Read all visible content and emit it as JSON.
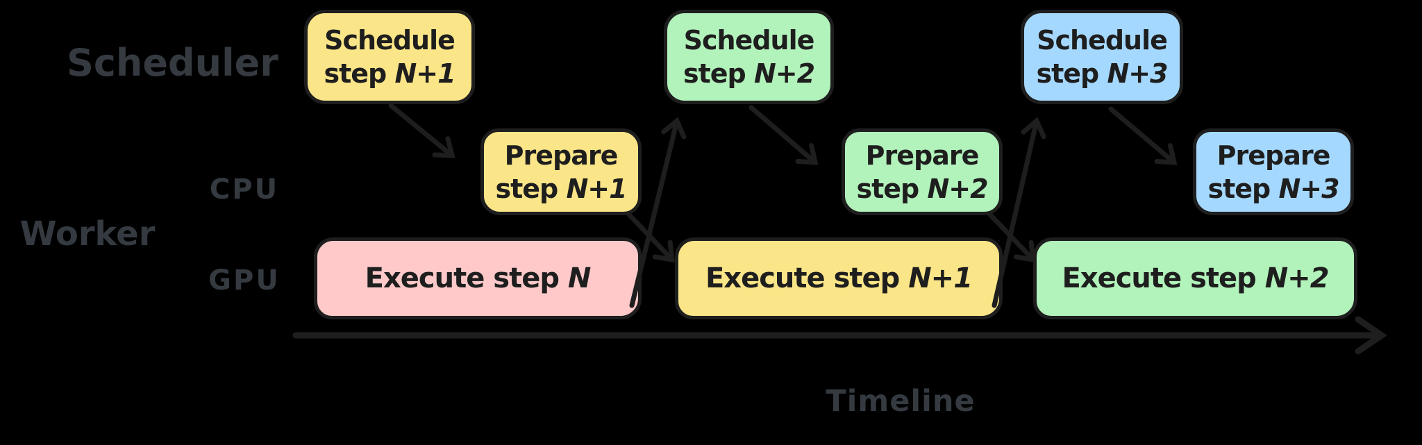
{
  "background": "#000000",
  "colors": {
    "box_fill_yellow": "#fae588",
    "box_fill_green": "#b2f2bb",
    "box_fill_blue": "#a5d8ff",
    "box_fill_pink": "#ffc9c9",
    "stroke": "#1e1e1e",
    "label_text": "#343a40"
  },
  "labels": {
    "scheduler": "Scheduler",
    "worker": "Worker",
    "cpu": "CPU",
    "gpu": "GPU",
    "timeline": "Timeline"
  },
  "scheduler_row": [
    {
      "line1": "Schedule",
      "line2_prefix": "step ",
      "step": "N+1",
      "fill": "box_fill_yellow"
    },
    {
      "line1": "Schedule",
      "line2_prefix": "step ",
      "step": "N+2",
      "fill": "box_fill_green"
    },
    {
      "line1": "Schedule",
      "line2_prefix": "step ",
      "step": "N+3",
      "fill": "box_fill_blue"
    }
  ],
  "cpu_row": [
    {
      "line1": "Prepare",
      "line2_prefix": "step ",
      "step": "N+1",
      "fill": "box_fill_yellow"
    },
    {
      "line1": "Prepare",
      "line2_prefix": "step ",
      "step": "N+2",
      "fill": "box_fill_green"
    },
    {
      "line1": "Prepare",
      "line2_prefix": "step ",
      "step": "N+3",
      "fill": "box_fill_blue"
    }
  ],
  "gpu_row": [
    {
      "prefix": "Execute step ",
      "step": "N",
      "fill": "box_fill_pink"
    },
    {
      "prefix": "Execute step ",
      "step": "N+1",
      "fill": "box_fill_yellow"
    },
    {
      "prefix": "Execute step ",
      "step": "N+2",
      "fill": "box_fill_green"
    }
  ]
}
